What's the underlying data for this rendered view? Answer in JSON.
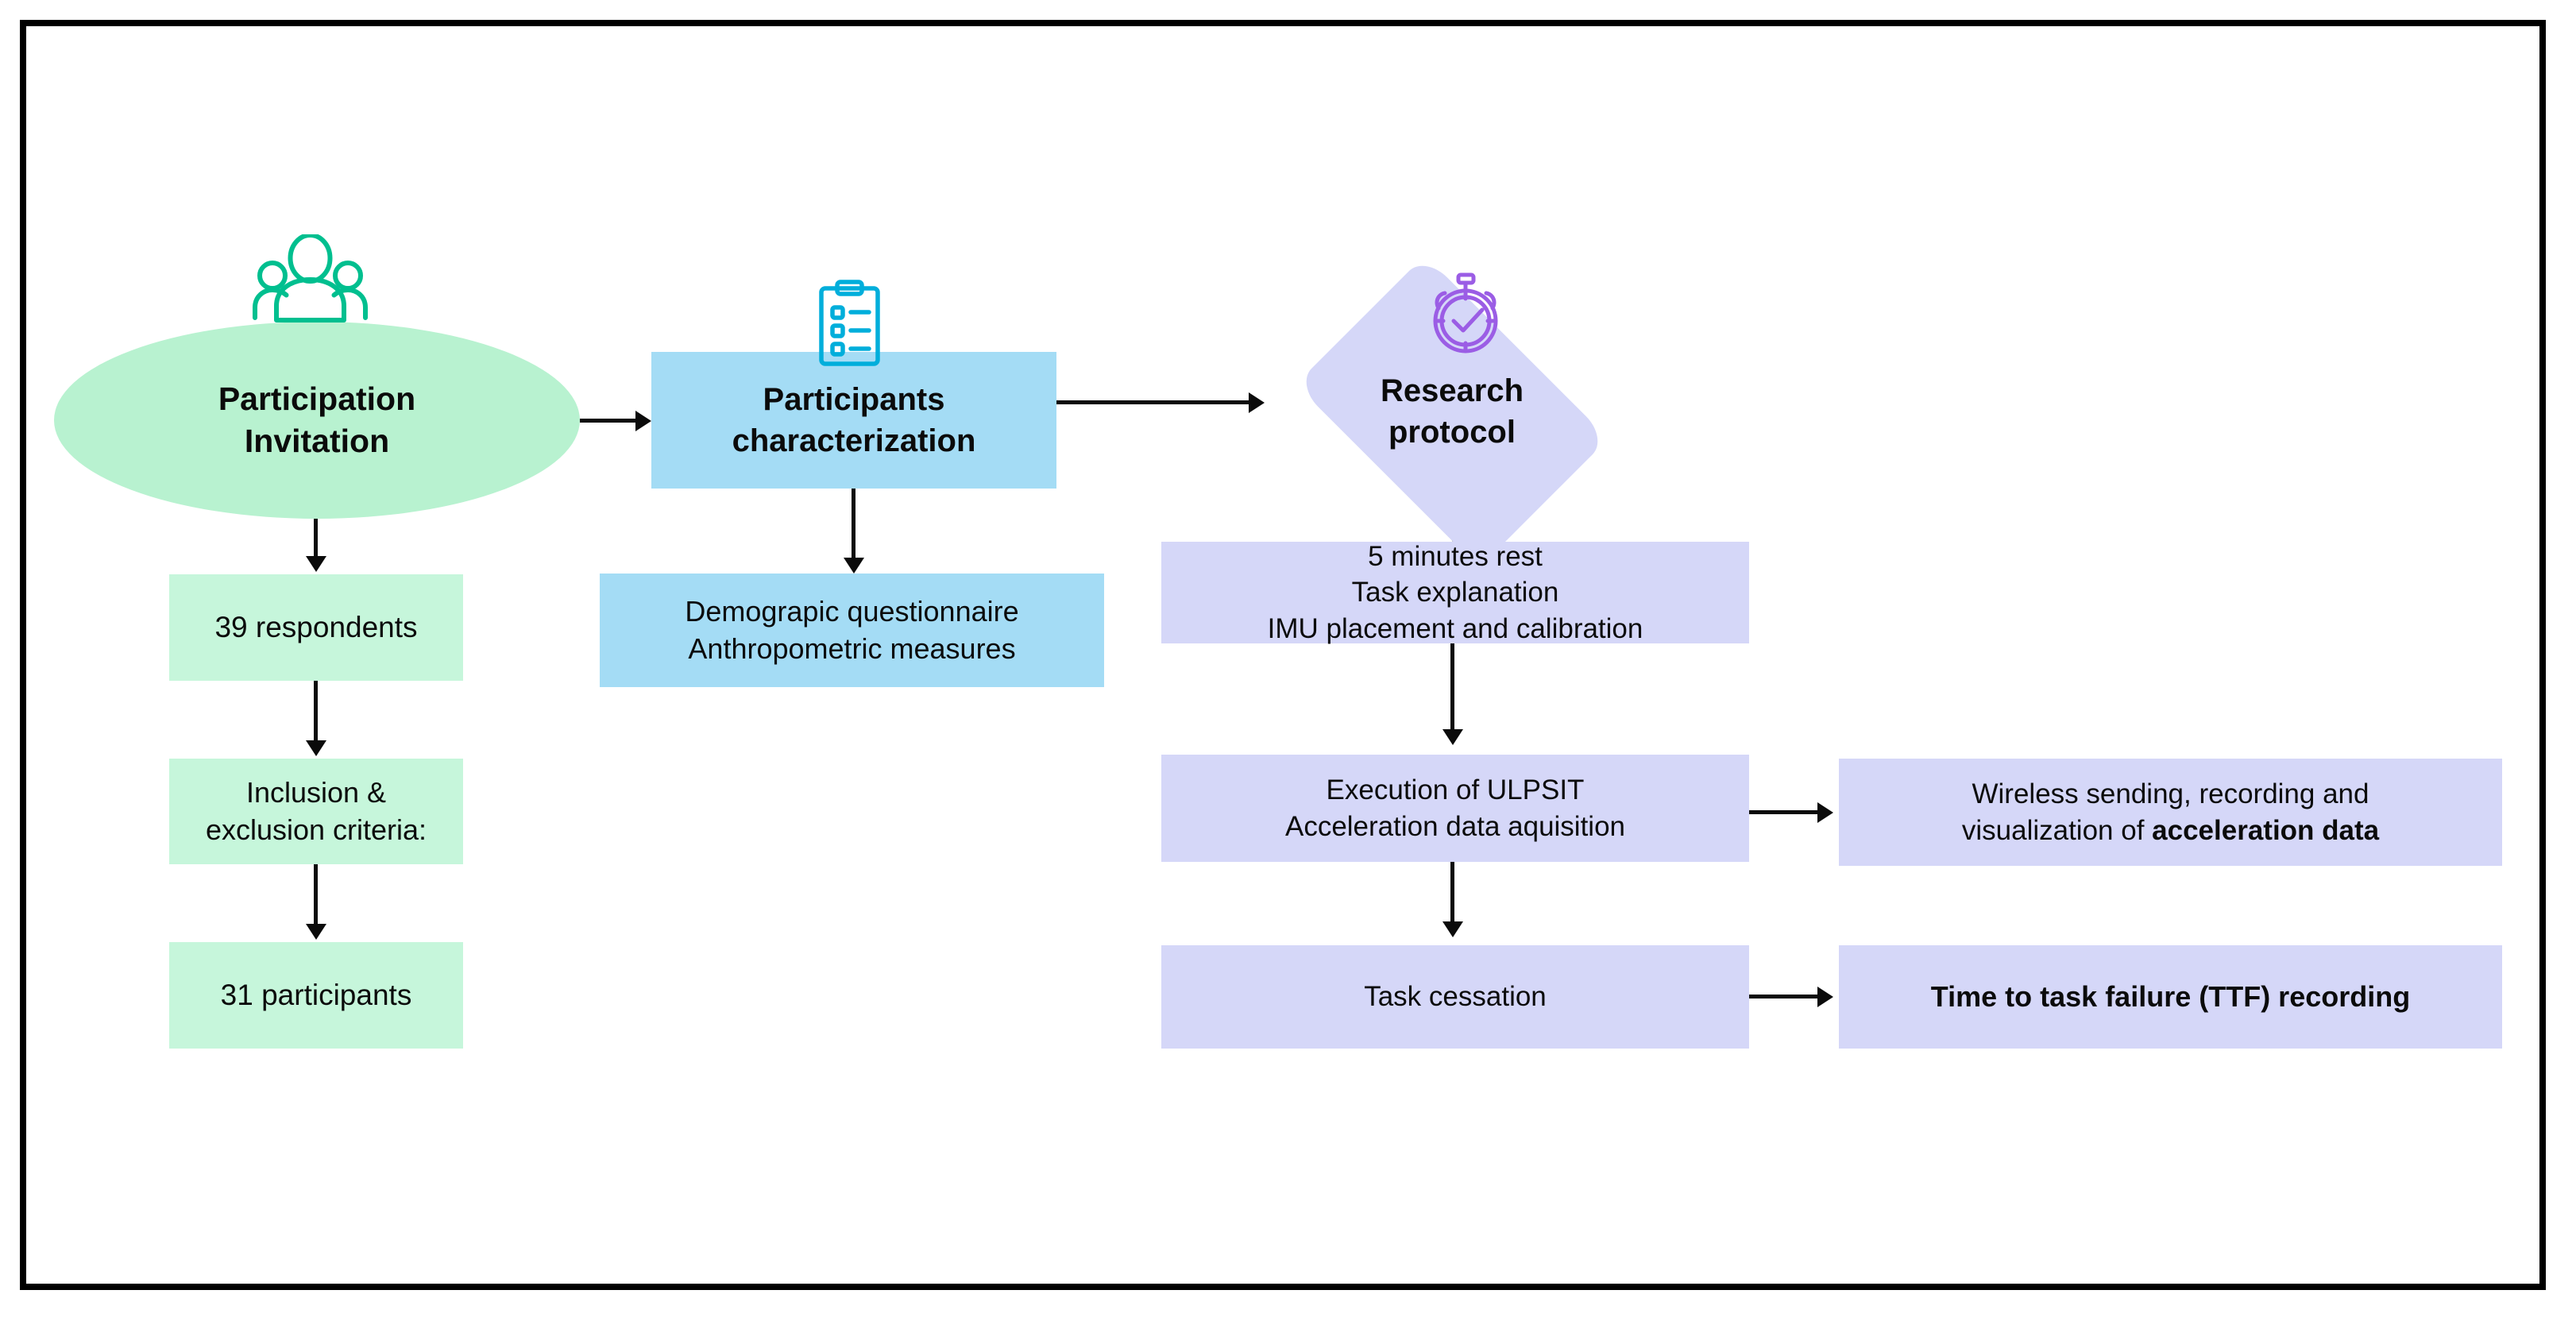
{
  "diagram": {
    "title": "Study design flowchart",
    "colors": {
      "ellipse_green": "#b8f2d0",
      "box_green": "#c6f6db",
      "box_blue": "#a4dcf5",
      "box_purple": "#d5d7f8",
      "icon_teal": "#00bf8f",
      "icon_cyan": "#00aedb",
      "icon_purple": "#9b5de5",
      "frame_black": "#000000",
      "text_black": "#0b0b0b"
    },
    "icons": {
      "people": "people-group-icon",
      "clipboard": "clipboard-checklist-icon",
      "stopwatch": "stopwatch-check-icon"
    },
    "nodes": {
      "participation_invitation": "Participation\nInvitation",
      "respondents": "39 respondents",
      "criteria": "Inclusion &\nexclusion criteria:",
      "participants": "31 participants",
      "participants_characterization": "Participants\ncharacterization",
      "demographics": "Demograpic questionnaire\nAnthropometric measures",
      "research_protocol": "Research\nprotocol",
      "protocol_prep": "5 minutes rest\nTask explanation\nIMU placement and calibration",
      "execution": "Execution of ULPSIT\nAcceleration data aquisition",
      "wireless_prefix": "Wireless sending, recording and\nvisualization of ",
      "wireless_bold": "acceleration data",
      "task_cessation": "Task cessation",
      "ttf_recording": "Time to task failure (TTF) recording"
    }
  }
}
